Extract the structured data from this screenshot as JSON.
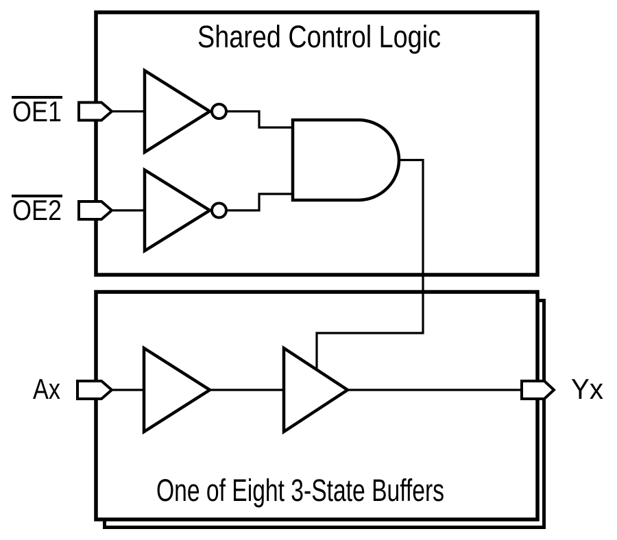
{
  "diagram": {
    "background_color": "#ffffff",
    "line_color": "#000000",
    "top_block": {
      "title": "Shared Control Logic",
      "gates": [
        "inverter",
        "inverter",
        "and-gate"
      ]
    },
    "bottom_block": {
      "title": "One of Eight 3-State Buffers",
      "stacked": true,
      "gates": [
        "buffer",
        "tristate-buffer"
      ]
    },
    "signals": {
      "oe1": {
        "label": "OE1",
        "overbar": true,
        "direction": "input"
      },
      "oe2": {
        "label": "OE2",
        "overbar": true,
        "direction": "input"
      },
      "ax": {
        "label": "Ax",
        "overbar": false,
        "direction": "input"
      },
      "yx": {
        "label": "Yx",
        "overbar": false,
        "direction": "output"
      }
    }
  }
}
